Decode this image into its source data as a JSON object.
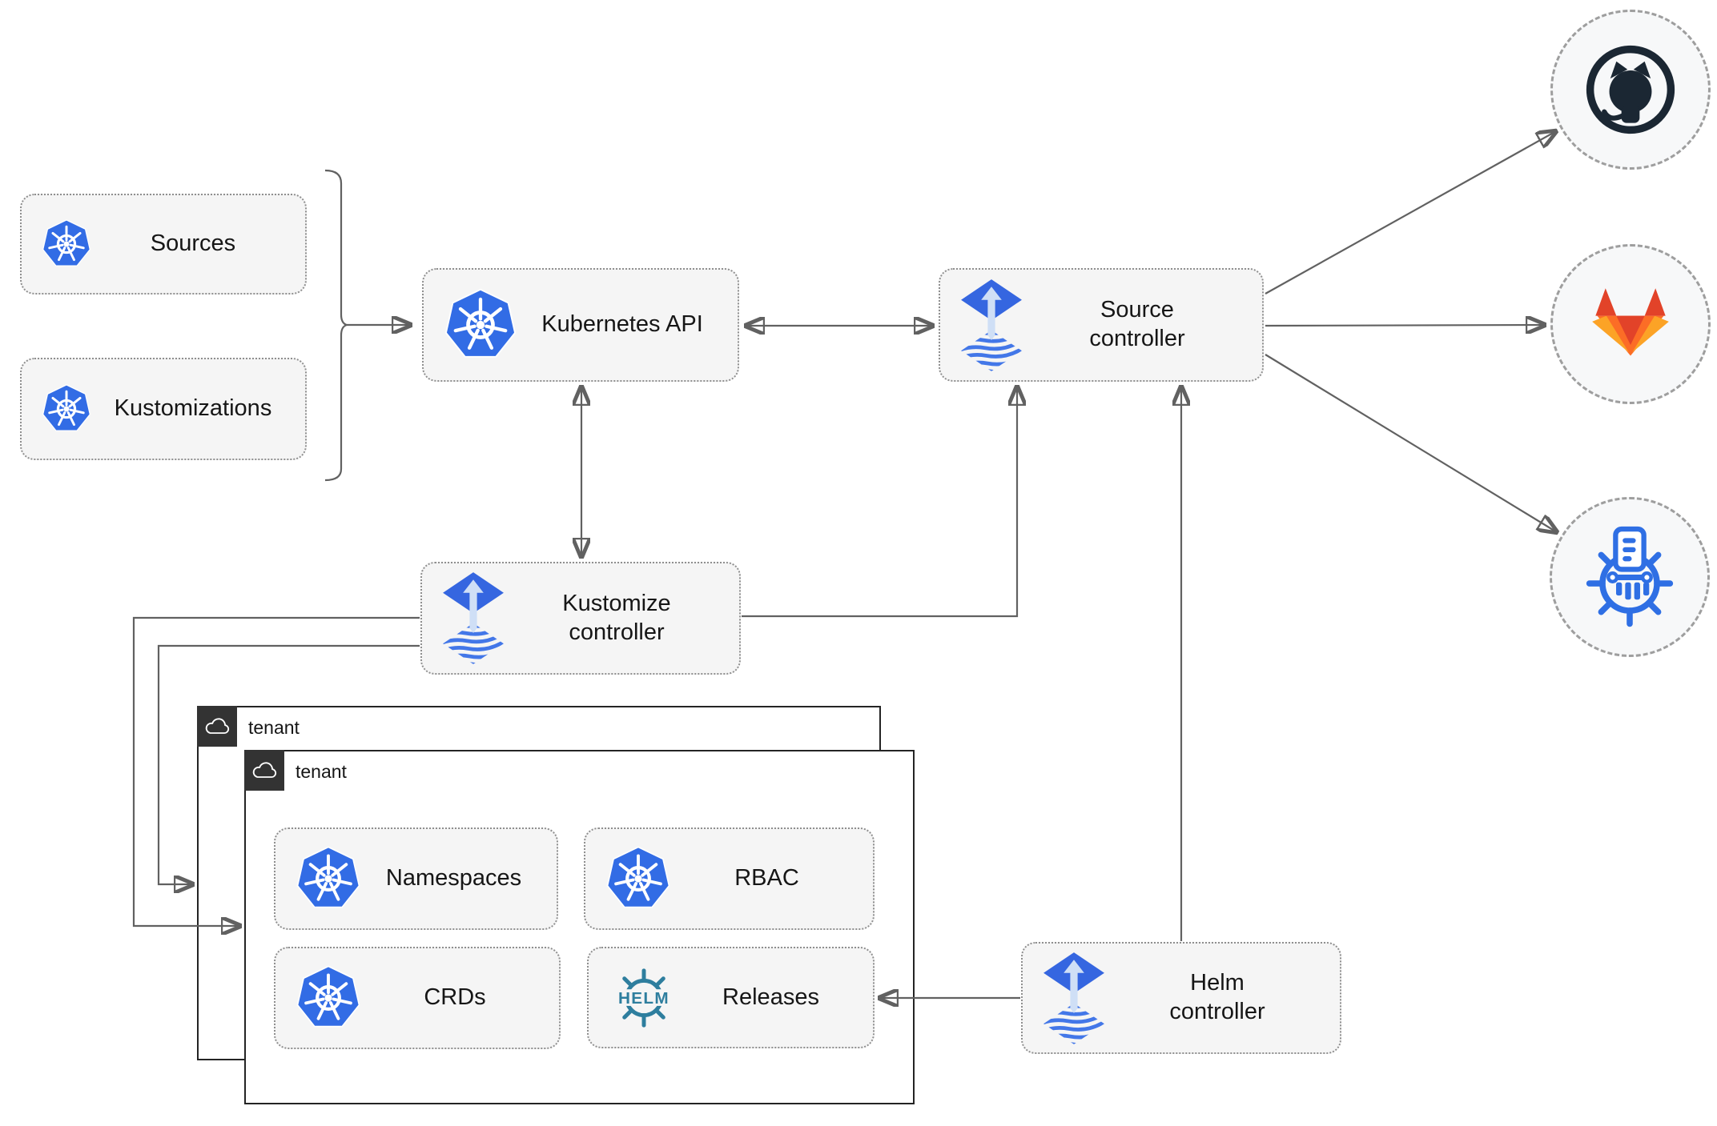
{
  "nodes": {
    "sources": {
      "label": "Sources",
      "icon": "kubernetes-icon"
    },
    "kustomizations": {
      "label": "Kustomizations",
      "icon": "kubernetes-icon"
    },
    "kubernetes_api": {
      "label": "Kubernetes API",
      "icon": "kubernetes-icon"
    },
    "source_controller": {
      "label": "Source\ncontroller",
      "icon": "flux-icon"
    },
    "kustomize_controller": {
      "label": "Kustomize\ncontroller",
      "icon": "flux-icon"
    },
    "helm_controller": {
      "label": "Helm\ncontroller",
      "icon": "flux-icon"
    },
    "namespaces": {
      "label": "Namespaces",
      "icon": "kubernetes-icon"
    },
    "rbac": {
      "label": "RBAC",
      "icon": "kubernetes-icon"
    },
    "crds": {
      "label": "CRDs",
      "icon": "kubernetes-icon"
    },
    "releases": {
      "label": "Releases",
      "icon": "helm-wheel-icon"
    }
  },
  "tenants": {
    "outer": {
      "label": "tenant",
      "icon": "cloud-icon"
    },
    "inner": {
      "label": "tenant",
      "icon": "cloud-icon"
    }
  },
  "endpoints": {
    "github": {
      "icon": "github-icon"
    },
    "gitlab": {
      "icon": "gitlab-icon"
    },
    "chartmuseum": {
      "icon": "chartmuseum-icon"
    }
  },
  "icons": {
    "helm_wheel_text": "HELM"
  },
  "colors": {
    "kubernetes_blue": "#326ce5",
    "flux_blue": "#3566e0",
    "flux_stripe_blue": "#4377e8",
    "flux_arrow_light": "#cfdff6",
    "helm_teal": "#2e7e9e",
    "github_dark": "#1b2733",
    "gitlab_red_orange": "#e24329",
    "gitlab_orange": "#fc6d26",
    "gitlab_light_orange": "#fca326",
    "chartmuseum_blue": "#2f6fe4",
    "node_fill": "#f5f5f5",
    "node_border": "#8f8f8f",
    "tenant_border": "#242424",
    "tenant_tab_bg": "#333333",
    "endpoint_fill": "#f7f8f9",
    "endpoint_border": "#9e9e9e",
    "arrow_gray": "#616161"
  }
}
